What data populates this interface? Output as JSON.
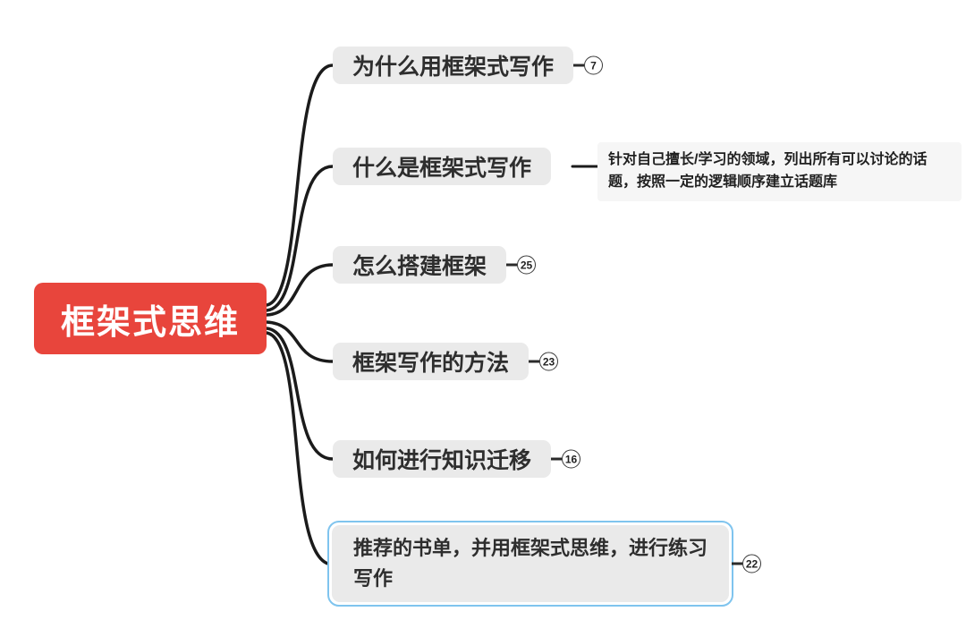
{
  "mindmap": {
    "root": {
      "label": "框架式思维"
    },
    "children": [
      {
        "label": "为什么用框架式写作",
        "badge": "7"
      },
      {
        "label": "什么是框架式写作",
        "note": "针对自己擅长/学习的领域，列出所有可以讨论的话题，按照一定的逻辑顺序建立话题库"
      },
      {
        "label": "怎么搭建框架",
        "badge": "25"
      },
      {
        "label": "框架写作的方法",
        "badge": "23"
      },
      {
        "label": "如何进行知识迁移",
        "badge": "16"
      },
      {
        "label": "推荐的书单，并用框架式思维，进行练习写作",
        "badge": "22",
        "selected": true
      }
    ],
    "colors": {
      "root_bg": "#e8453c",
      "node_bg": "#eaeaea",
      "selection": "#7fc4ee",
      "connector": "#1b1b1b"
    }
  }
}
